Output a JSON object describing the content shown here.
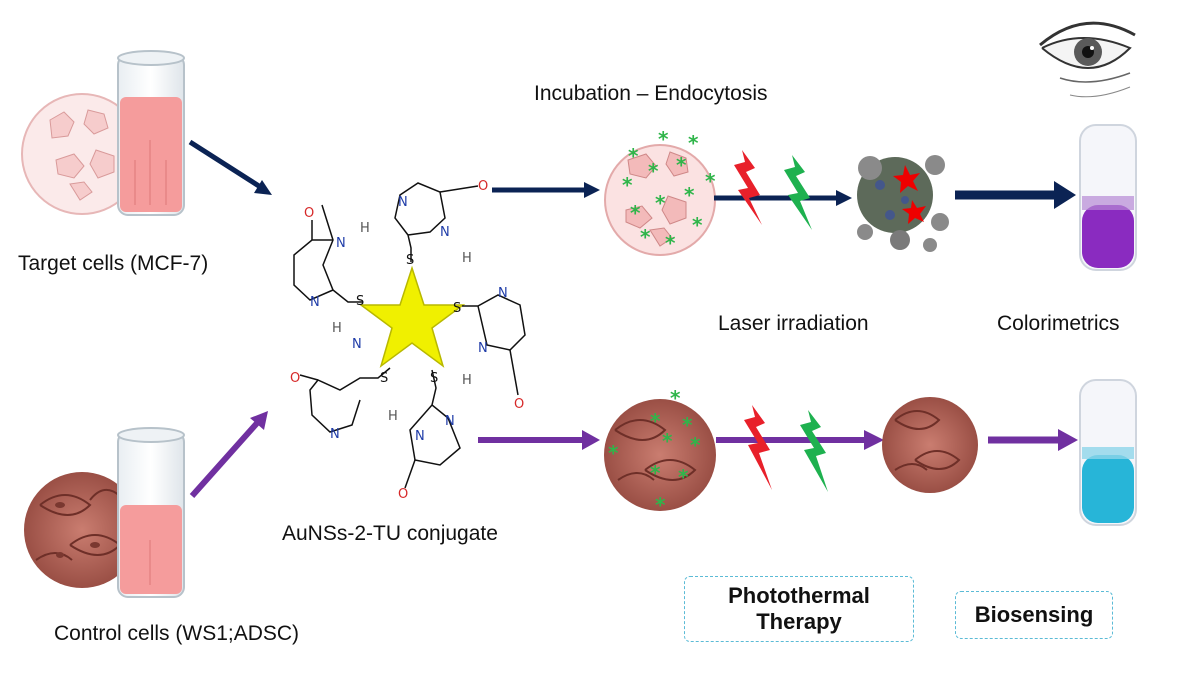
{
  "labels": {
    "target_cells": "Target cells (MCF-7)",
    "control_cells": "Control cells (WS1;ADSC)",
    "conjugate": "AuNSs-2-TU conjugate",
    "incubation": "Incubation – Endocytosis",
    "laser": "Laser irradiation",
    "colorimetrics": "Colorimetrics",
    "photothermal_line1": "Photothermal",
    "photothermal_line2": "Therapy",
    "biosensing": "Biosensing"
  },
  "chem": {
    "oxygen": "O",
    "nitrogen": "N",
    "sulfur": "S",
    "hydrogen": "H"
  },
  "colors": {
    "navy_arrow": "#0b2354",
    "purple_arrow": "#7030a0",
    "star": "#f0f000",
    "target_tube_liquid": "#f59c9c",
    "positive_tube": "#8a2bc0",
    "negative_tube": "#27b5d8",
    "marker_green": "#2fb54a",
    "bolt_red": "#e8202a",
    "bolt_green": "#1eb14f",
    "box_border": "#5bbbd6"
  },
  "icons": [
    "eye-icon",
    "test-tube-icon",
    "cell-dish-icon",
    "gold-nanostar-icon",
    "laser-bolt-icon"
  ]
}
